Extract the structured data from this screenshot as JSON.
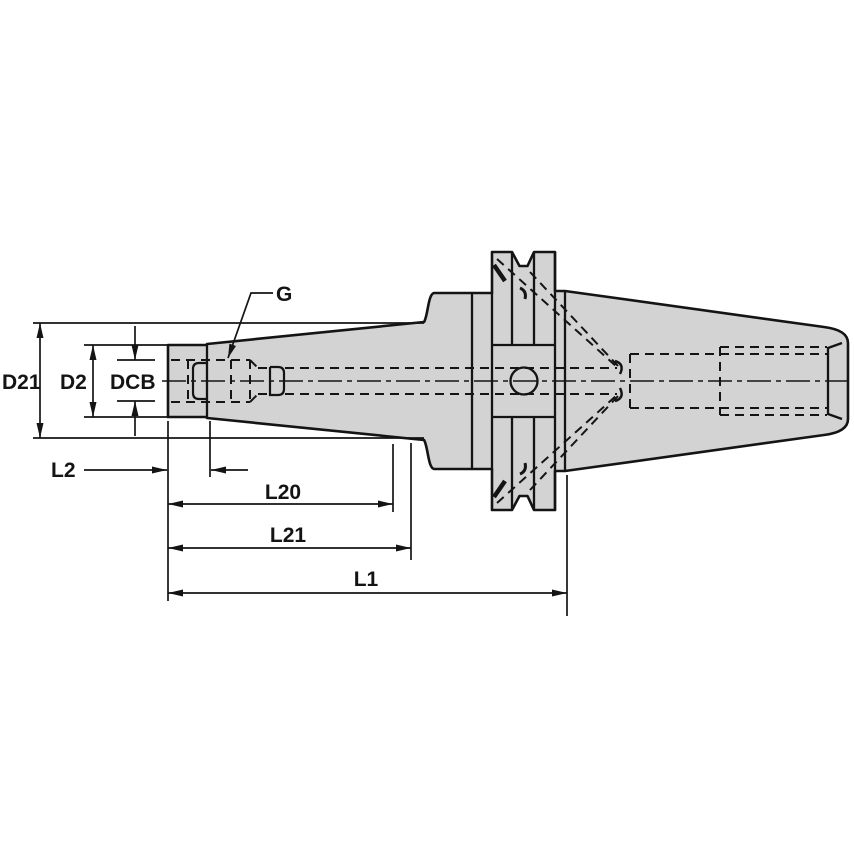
{
  "drawing": {
    "labels": {
      "g": "G",
      "d21": "D21",
      "d2": "D2",
      "dcb": "DCB",
      "l2": "L2",
      "l20": "L20",
      "l21": "L21",
      "l1": "L1"
    },
    "colors": {
      "background": "#ffffff",
      "part_fill": "#d3d3d3",
      "line": "#141414"
    }
  }
}
